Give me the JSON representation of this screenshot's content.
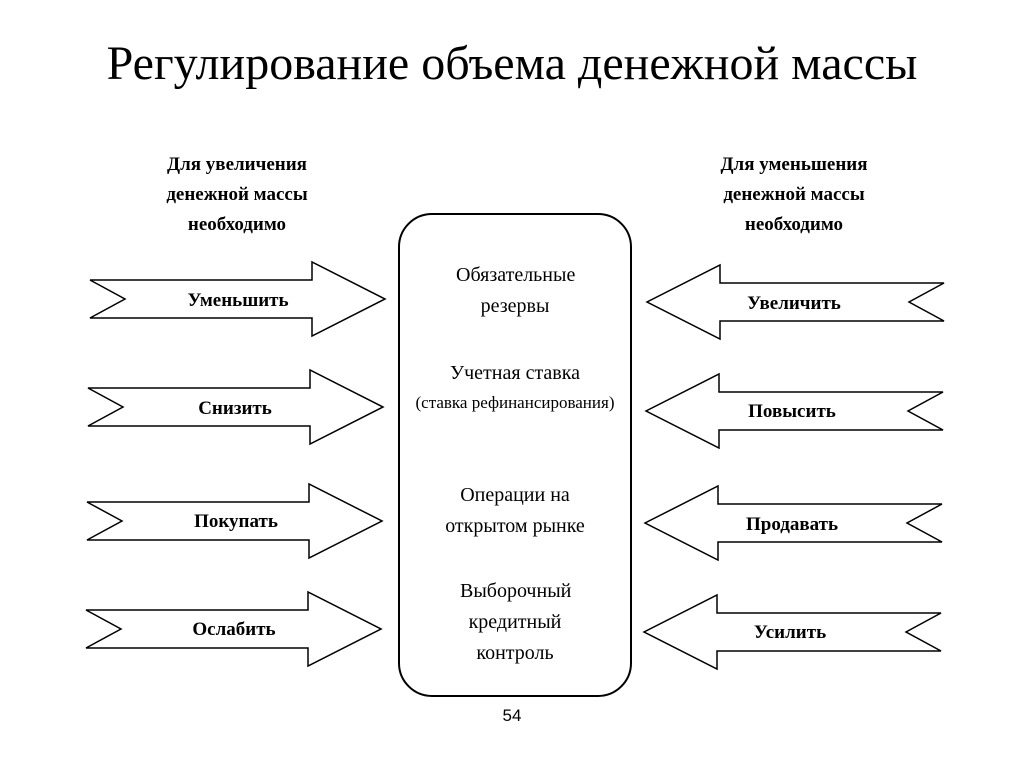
{
  "title": "Регулирование объема денежной массы",
  "left_header": "Для увеличения\nденежной массы\nнеобходимо",
  "right_header": "Для уменьшения\nденежной массы\nнеобходимо",
  "left_actions": [
    "Уменьшить",
    "Снизить",
    "Покупать",
    "Ослабить"
  ],
  "right_actions": [
    "Увеличить",
    "Повысить",
    "Продавать",
    "Усилить"
  ],
  "instruments": [
    {
      "main": "Обязательные резервы",
      "sub": ""
    },
    {
      "main": "Учетная ставка",
      "sub": "(ставка рефинансирования)"
    },
    {
      "main": "Операции на открытом рынке",
      "sub": ""
    },
    {
      "main": "Выборочный кредитный контроль",
      "sub": ""
    }
  ],
  "page_number": "54"
}
